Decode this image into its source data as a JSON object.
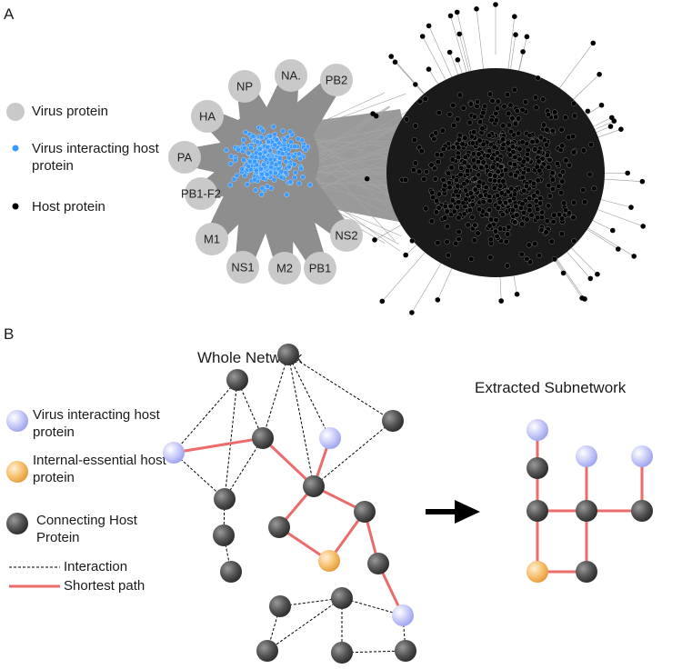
{
  "panel_a": {
    "label": "A",
    "legend": [
      {
        "text": "Virus protein",
        "kind": "virus-protein",
        "color": "#c9c9c9"
      },
      {
        "text": "Virus interacting host protein",
        "kind": "virus-interacting",
        "color": "#3a9bff"
      },
      {
        "text": "Host protein",
        "kind": "host",
        "color": "#000000"
      }
    ],
    "virus_proteins": [
      "NA.",
      "NP",
      "PB2",
      "HA",
      "PA",
      "PB1-F2",
      "M1",
      "NS1",
      "M2",
      "PB1",
      "NS2"
    ]
  },
  "panel_b": {
    "label": "B",
    "whole_title": "Whole Network",
    "sub_title": "Extracted Subnetwork",
    "legend": [
      {
        "text": "Virus interacting host protein",
        "kind": "vih",
        "color": "#b8bcf5"
      },
      {
        "text": "Internal-essential host protein",
        "kind": "ie",
        "color": "#f3b45a"
      },
      {
        "text": "Connecting Host Protein",
        "kind": "connector",
        "color": "#555555"
      },
      {
        "text": "Interaction",
        "kind": "interaction"
      },
      {
        "text": "Shortest path",
        "kind": "shortest",
        "color": "#ec6b6b"
      }
    ]
  }
}
